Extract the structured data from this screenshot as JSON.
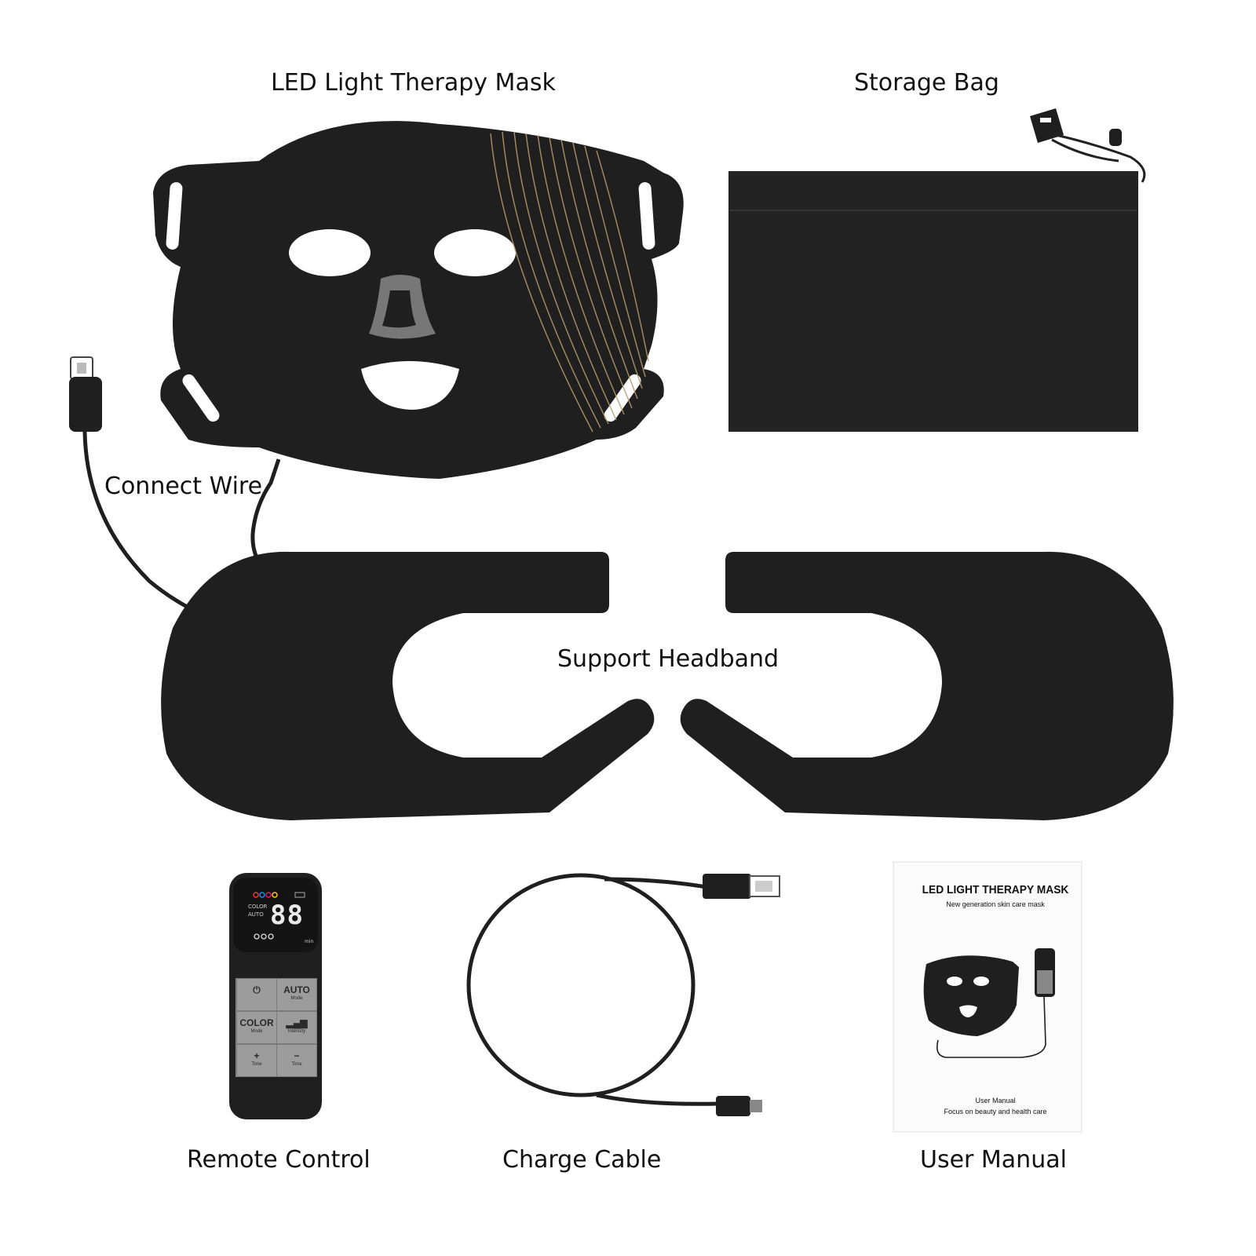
{
  "labels": {
    "mask": "LED Light Therapy Mask",
    "bag": "Storage Bag",
    "wire": "Connect Wire",
    "headband": "Support Headband",
    "remote": "Remote Control",
    "cable": "Charge Cable",
    "manual": "User Manual"
  },
  "remote": {
    "legend_color": "COLOR",
    "legend_auto": "AUTO",
    "display": "88",
    "unit": "min",
    "buttons": {
      "power_sub": "",
      "auto_main": "AUTO",
      "auto_sub": "Mode",
      "color_main": "COLOR",
      "color_sub": "Mode",
      "intensity_sub": "Intensity",
      "plus_main": "+",
      "plus_sub": "Time",
      "minus_main": "−",
      "minus_sub": "Time"
    }
  },
  "manual": {
    "title": "LED LIGHT THERAPY MASK",
    "subtitle": "New generation skin care mask",
    "footer_line1": "User Manual",
    "footer_line2": "Focus on beauty and health care"
  },
  "colors": {
    "product_black": "#1f1f1f",
    "gold_lines": "#b59c6a",
    "indicator_red": "#e53935",
    "indicator_blue": "#1e88e5",
    "indicator_pink": "#d81b60",
    "indicator_yellow": "#fbc02d"
  }
}
